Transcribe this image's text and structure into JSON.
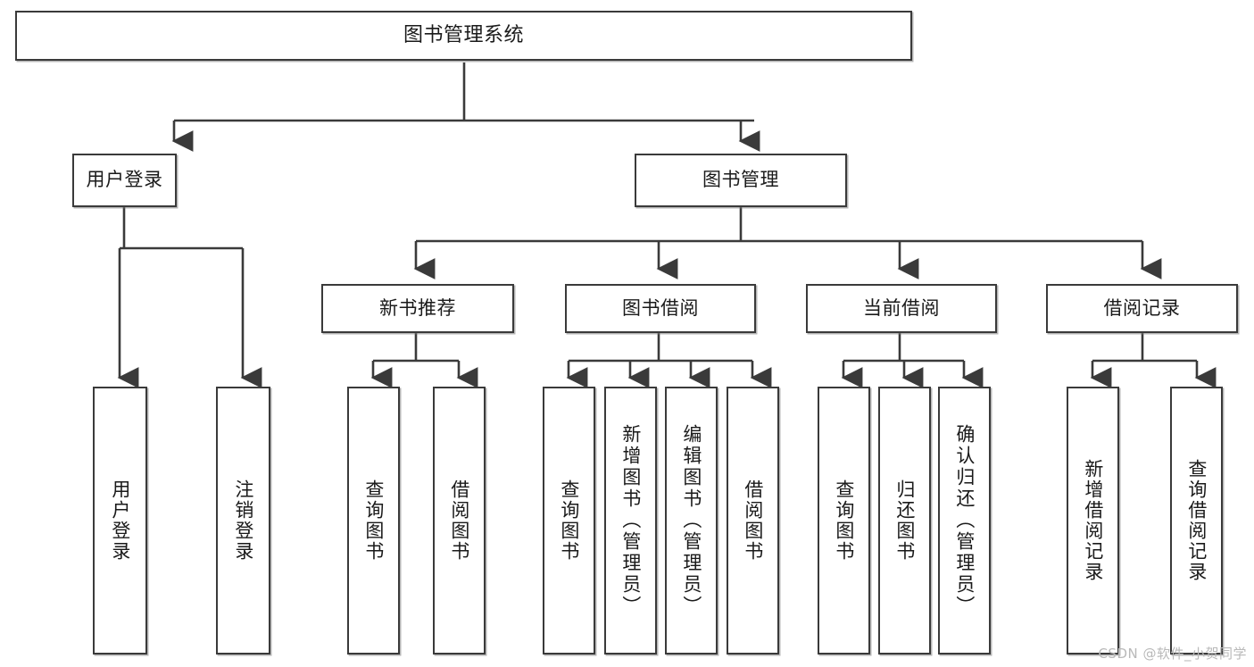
{
  "diagram": {
    "type": "tree",
    "title": "图书管理系统",
    "watermark": "CSDN @软件_小贺同学",
    "colors": {
      "stroke": "#3a3a3a",
      "fill": "#ffffff",
      "text": "#1a1a1a",
      "watermark": "#b9b9b9"
    },
    "nodes": {
      "root": {
        "label": "图书管理系统"
      },
      "level2": [
        {
          "id": "user-login",
          "label": "用户登录"
        },
        {
          "id": "book-management",
          "label": "图书管理"
        }
      ],
      "level3": [
        {
          "id": "new-book-recommend",
          "label": "新书推荐"
        },
        {
          "id": "book-borrow",
          "label": "图书借阅"
        },
        {
          "id": "current-borrow",
          "label": "当前借阅"
        },
        {
          "id": "borrow-record",
          "label": "借阅记录"
        }
      ],
      "leaves": {
        "user-login": [
          {
            "id": "leaf-user-login",
            "label": "用户登录"
          },
          {
            "id": "leaf-logout-login",
            "label": "注销登录"
          }
        ],
        "new-book-recommend": [
          {
            "id": "leaf-query-book-1",
            "label": "查询图书"
          },
          {
            "id": "leaf-borrow-book-1",
            "label": "借阅图书"
          }
        ],
        "book-borrow": [
          {
            "id": "leaf-query-book-2",
            "label": "查询图书"
          },
          {
            "id": "leaf-add-book",
            "label": "新增图书（管理员）"
          },
          {
            "id": "leaf-edit-book",
            "label": "编辑图书（管理员）"
          },
          {
            "id": "leaf-borrow-book-2",
            "label": "借阅图书"
          }
        ],
        "current-borrow": [
          {
            "id": "leaf-query-book-3",
            "label": "查询图书"
          },
          {
            "id": "leaf-return-book",
            "label": "归还图书"
          },
          {
            "id": "leaf-confirm-return",
            "label": "确认归还（管理员）"
          }
        ],
        "borrow-record": [
          {
            "id": "leaf-add-record",
            "label": "新增借阅记录"
          },
          {
            "id": "leaf-query-record",
            "label": "查询借阅记录"
          }
        ]
      }
    }
  }
}
